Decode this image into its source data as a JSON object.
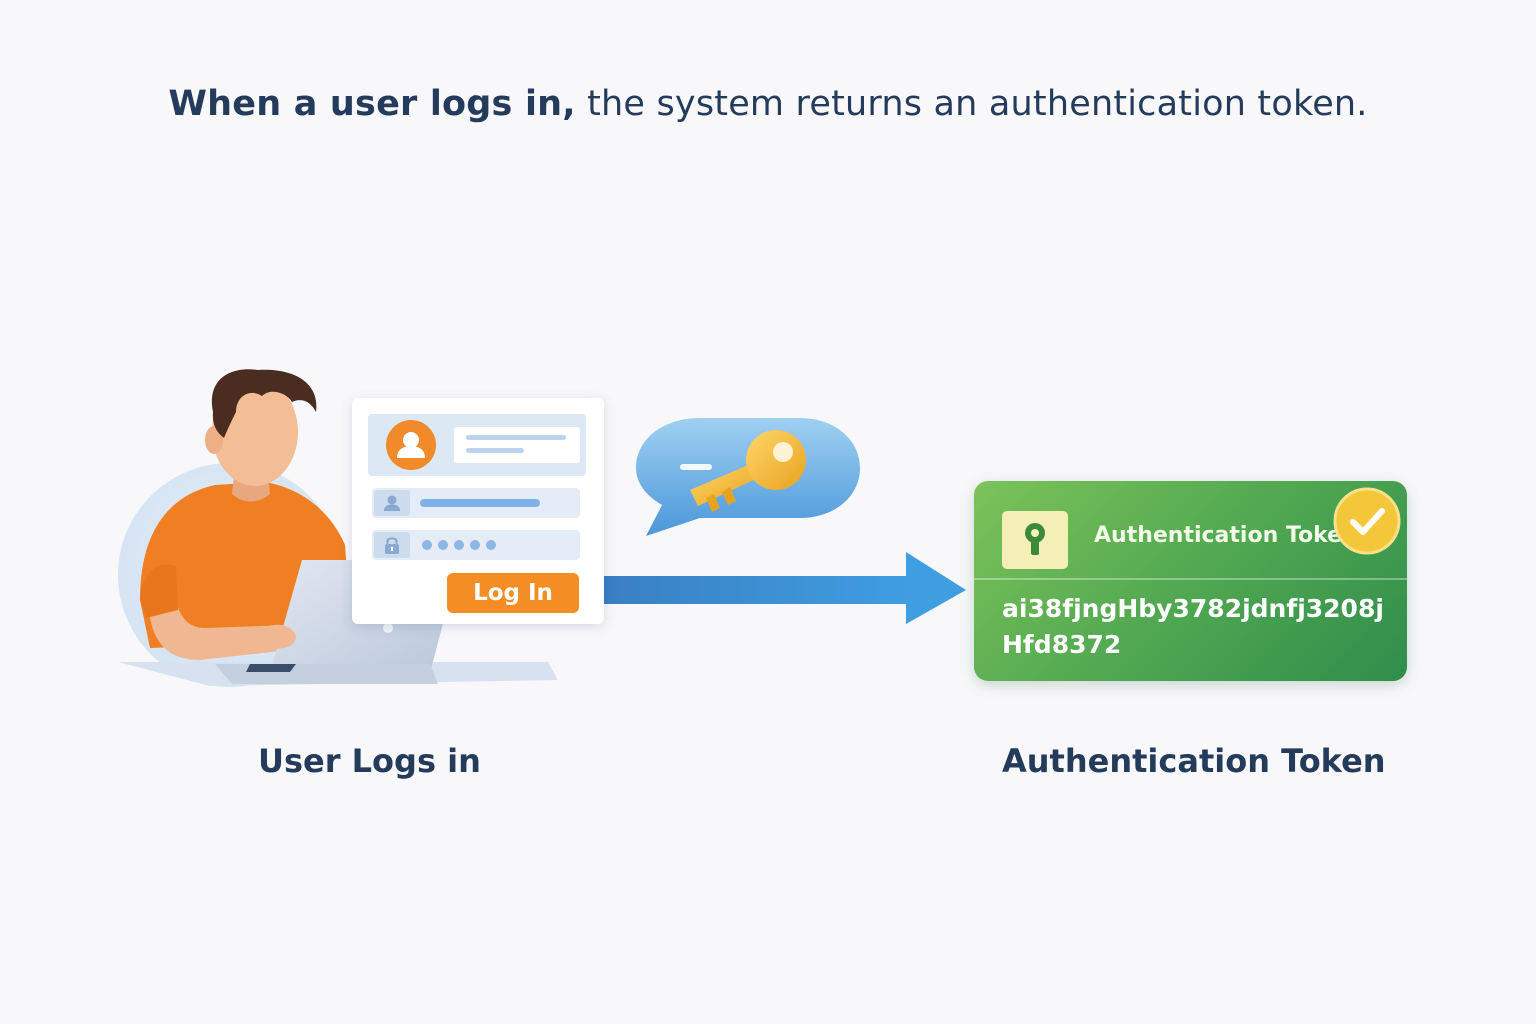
{
  "headline": {
    "bold_part": "When a user logs in,",
    "rest": " the system returns an authentication token."
  },
  "login_card": {
    "button_label": "Log In"
  },
  "token_card": {
    "title": "Authentication Token",
    "value": "ai38fjngHby3782jdnfj3208jHfd8372"
  },
  "captions": {
    "left": "User Logs in",
    "right": "Authentication Token"
  },
  "icons": {
    "person": "person-illustration",
    "laptop": "laptop-icon",
    "user": "user-icon",
    "lock": "lock-icon",
    "key": "key-icon",
    "keyhole": "keyhole-icon",
    "check": "check-badge-icon",
    "arrow": "arrow-right-icon"
  },
  "colors": {
    "text": "#253b5c",
    "accent_orange": "#f38d24",
    "arrow_blue": "#3d8dd2",
    "token_green": "#55ab52",
    "check_gold": "#f4c63a"
  }
}
